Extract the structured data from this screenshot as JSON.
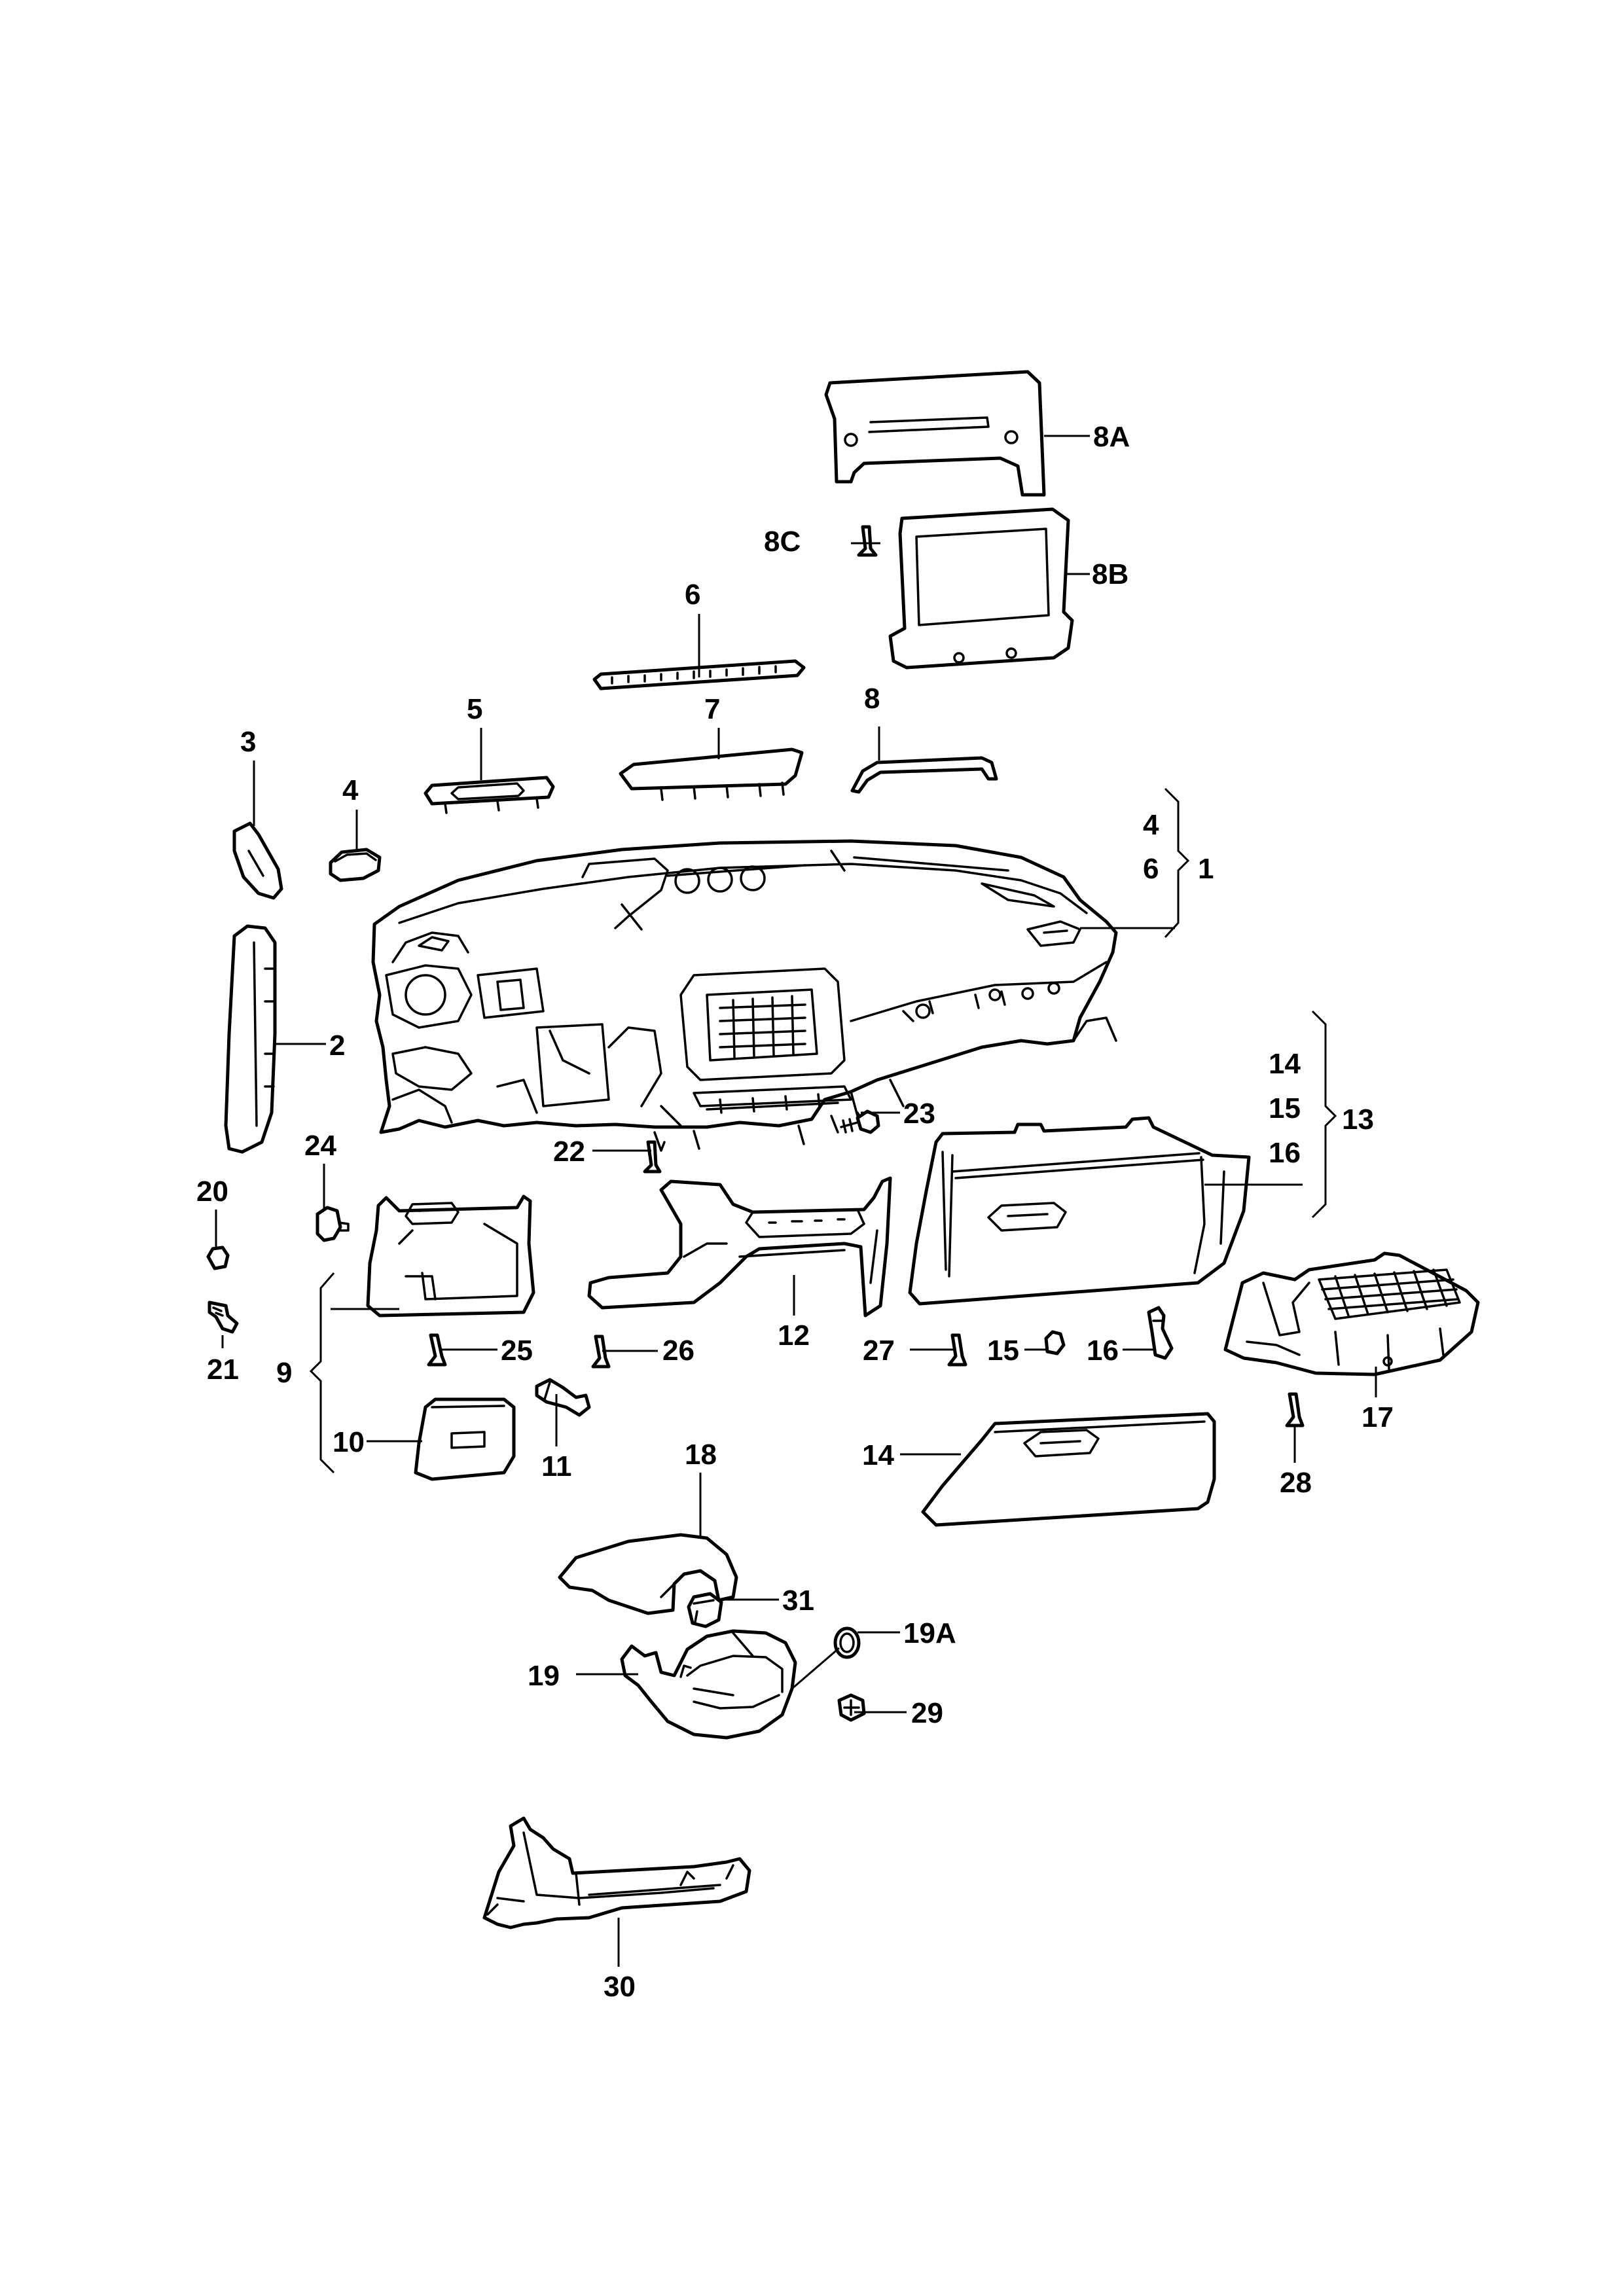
{
  "diagram": {
    "callouts": {
      "p8A": "8A",
      "p8C": "8C",
      "p8B": "8B",
      "p6": "6",
      "p5": "5",
      "p7": "7",
      "p8": "8",
      "p3": "3",
      "p4": "4",
      "p1_4": "4",
      "p1_6": "6",
      "p1": "1",
      "p2": "2",
      "p20": "20",
      "p21": "21",
      "p24": "24",
      "p22": "22",
      "p23": "23",
      "p13_14": "14",
      "p13_15": "15",
      "p13_16": "16",
      "p13": "13",
      "p9": "9",
      "p25": "25",
      "p26": "26",
      "p10": "10",
      "p11": "11",
      "p12": "12",
      "p27": "27",
      "p15": "15",
      "p16": "16",
      "p14": "14",
      "p17": "17",
      "p28": "28",
      "p18": "18",
      "p31": "31",
      "p19A": "19A",
      "p19": "19",
      "p29": "29",
      "p30": "30"
    }
  }
}
